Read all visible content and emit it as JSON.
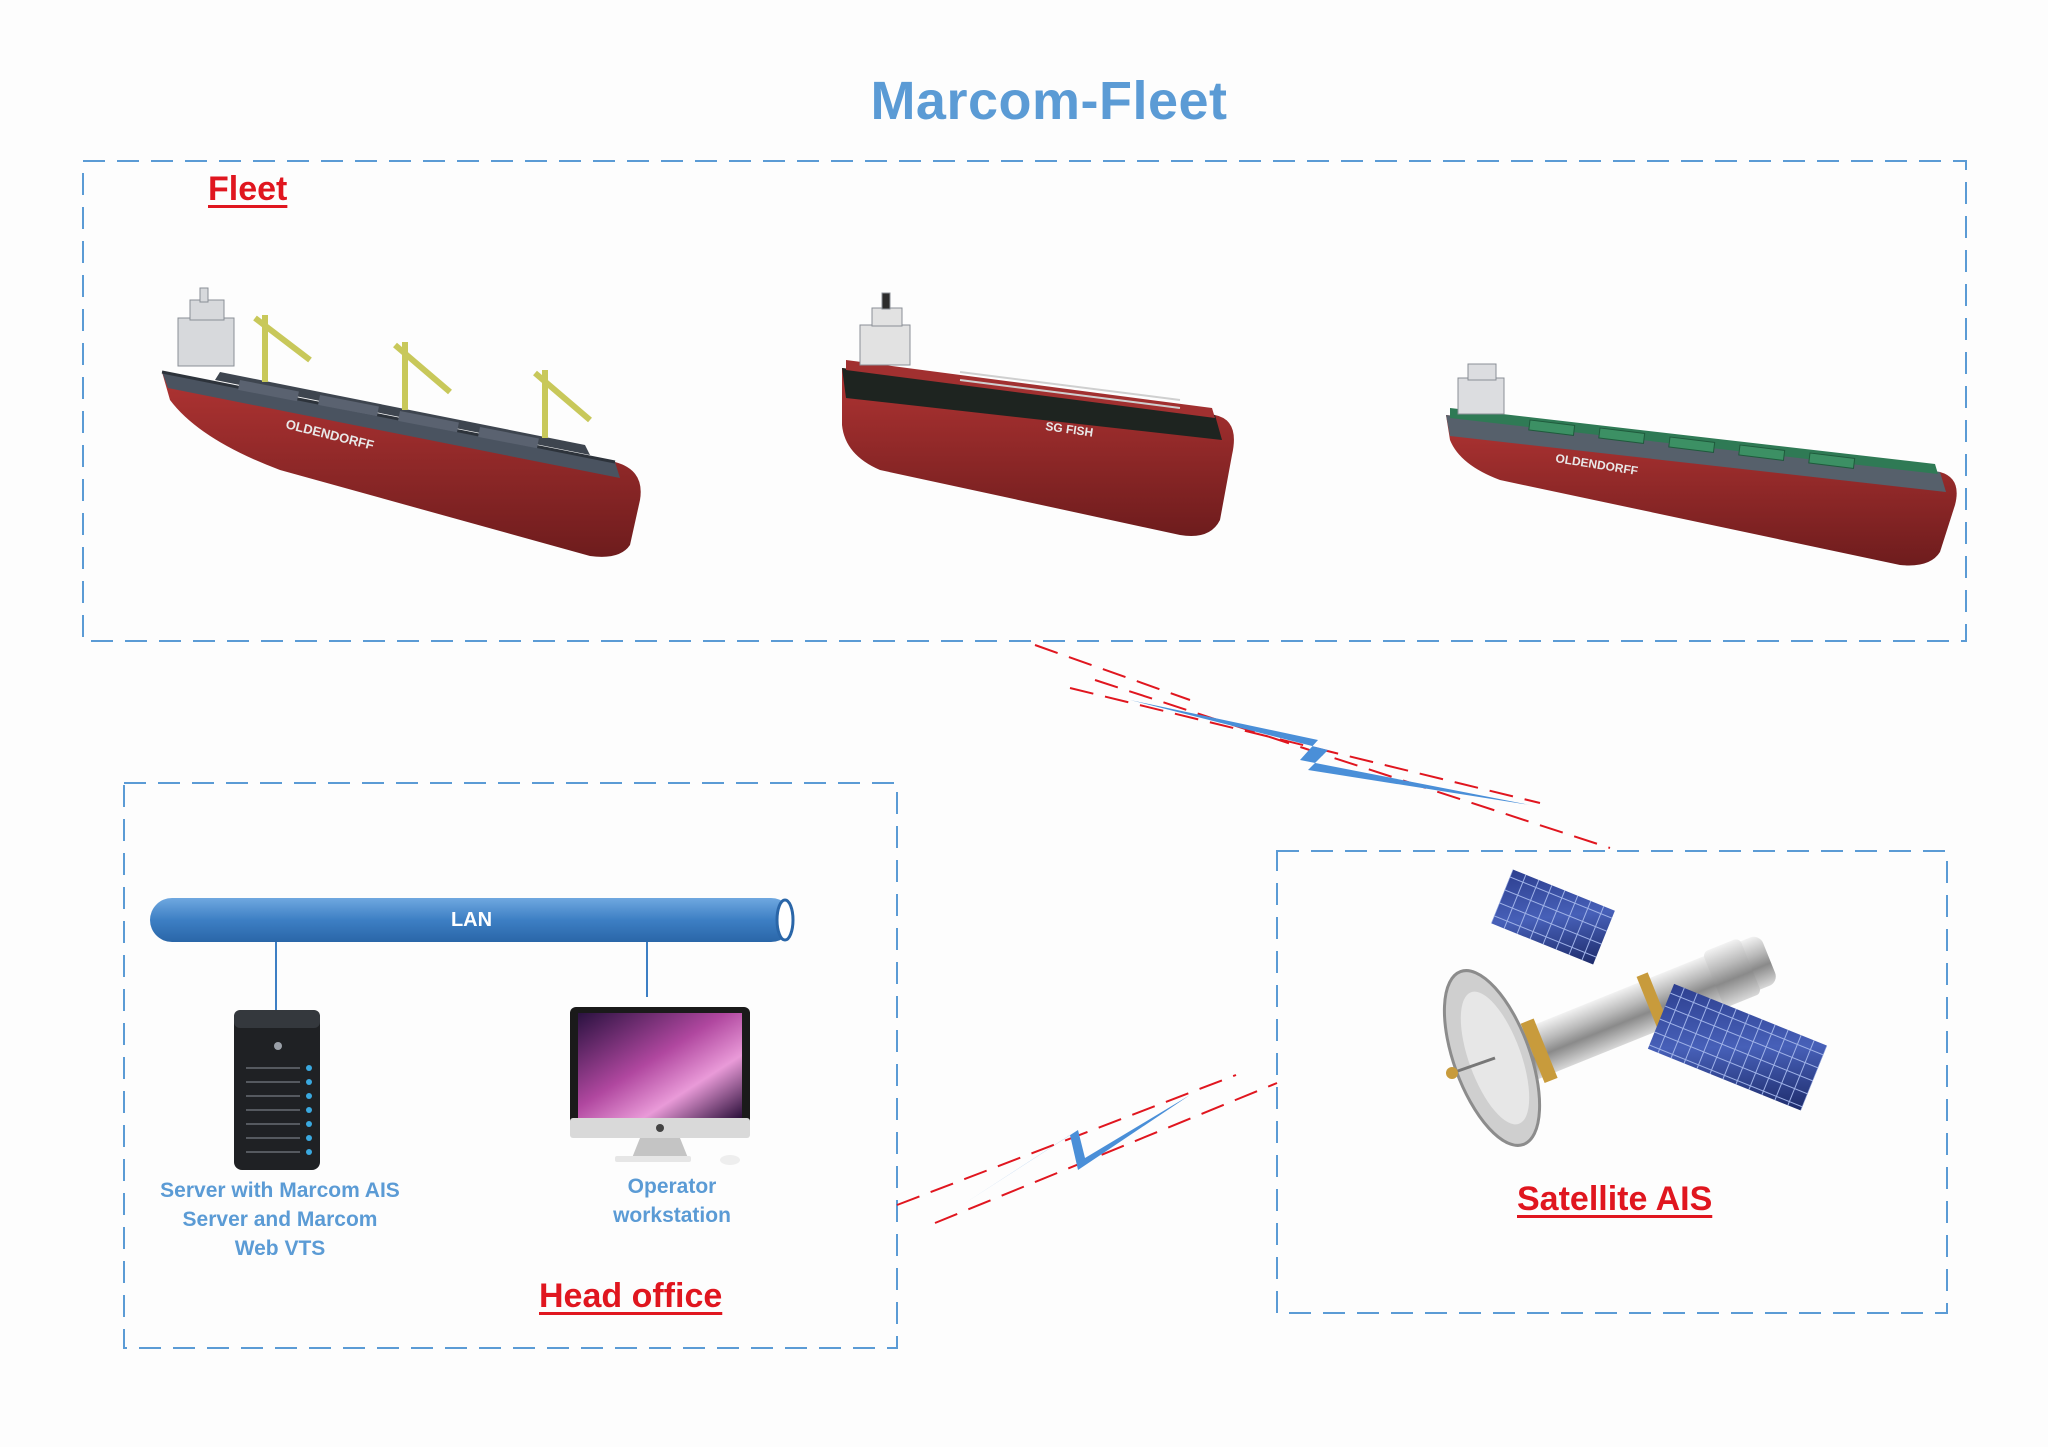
{
  "title": "Marcom-Fleet",
  "zones": {
    "fleet": {
      "label": "Fleet"
    },
    "head_office": {
      "label": "Head office"
    },
    "satellite": {
      "label": "Satellite AIS"
    }
  },
  "lan": {
    "label": "LAN"
  },
  "ships": [
    {
      "hull_text": "OLDENDORFF",
      "deck_color": "#4a5360"
    },
    {
      "hull_text": "SG FISH",
      "deck_color": "#1e2420"
    },
    {
      "hull_text": "OLDENDORFF",
      "deck_color": "#2f7a55"
    }
  ],
  "devices": {
    "server": {
      "caption_lines": [
        "Server with Marcom AIS",
        "Server and Marcom",
        "Web VTS"
      ]
    },
    "workstation": {
      "caption_lines": [
        "Operator",
        "workstation"
      ]
    }
  },
  "colors": {
    "accent_blue": "#5b9bd5",
    "label_red": "#e0161f",
    "hull_red": "#9e2a2b",
    "link_blue": "#4a8fd8"
  },
  "icons": [
    "cargo-ship-icon",
    "tanker-ship-icon",
    "bulk-carrier-icon",
    "server-tower-icon",
    "desktop-monitor-icon",
    "satellite-icon",
    "lightning-link-icon"
  ]
}
